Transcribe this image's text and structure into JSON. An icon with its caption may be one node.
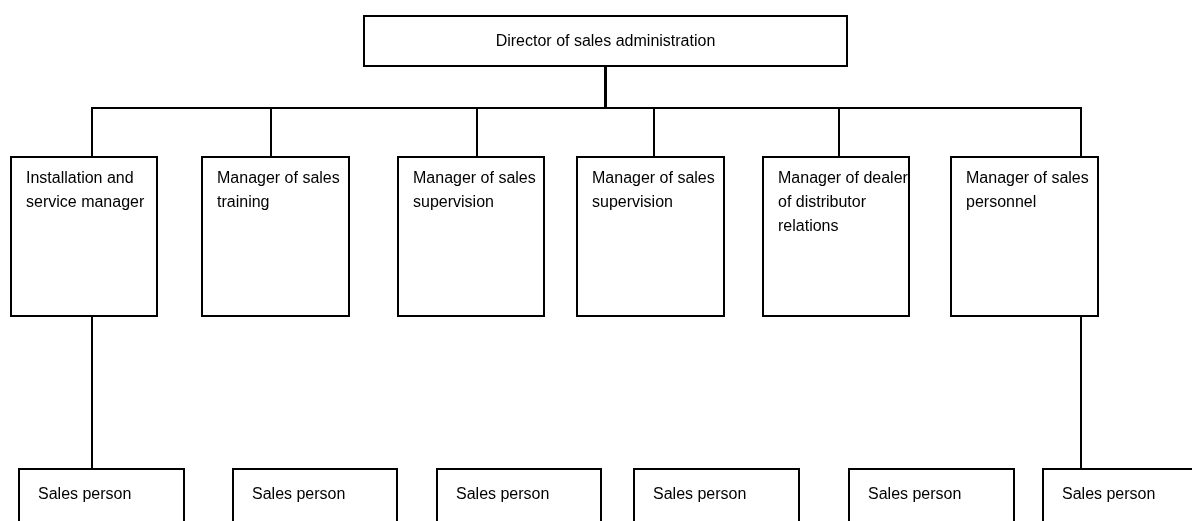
{
  "diagram": {
    "nodes": [
      {
        "text": [
          "Director of sales administration"
        ]
      },
      {
        "text": [
          "Installation and service manager"
        ]
      },
      {
        "text": [
          "Manager of sales training"
        ]
      },
      {
        "text": [
          "Manager of sales supervision"
        ]
      },
      {
        "text": [
          "Manager of sales supervision"
        ]
      },
      {
        "text": [
          "Manager of dealer of distributor relations"
        ]
      },
      {
        "text": [
          "Manager of sales personnel"
        ]
      },
      {
        "text": [
          "Sales person"
        ]
      },
      {
        "text": [
          "Sales person"
        ]
      },
      {
        "text": [
          "Sales person"
        ]
      },
      {
        "text": [
          "Sales person"
        ]
      },
      {
        "text": [
          "Sales person"
        ]
      },
      {
        "text": [
          "Sales person"
        ]
      }
    ],
    "edges": [
      {
        "from": 0,
        "to": 1,
        "arrow": "none"
      },
      {
        "from": 0,
        "to": 2,
        "arrow": "none"
      },
      {
        "from": 0,
        "to": 3,
        "arrow": "none"
      },
      {
        "from": 0,
        "to": 4,
        "arrow": "none"
      },
      {
        "from": 0,
        "to": 5,
        "arrow": "none"
      },
      {
        "from": 0,
        "to": 6,
        "arrow": "none"
      },
      {
        "from": 1,
        "to": 7,
        "arrow": "none"
      },
      {
        "from": 6,
        "to": 12,
        "arrow": "none"
      }
    ]
  }
}
